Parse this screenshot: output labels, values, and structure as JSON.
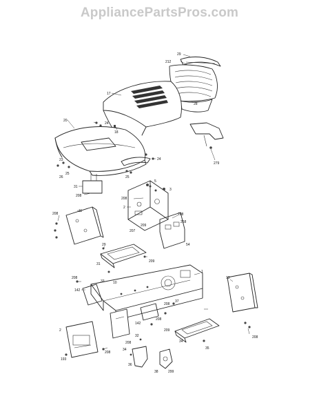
{
  "watermark": {
    "text": "AppliancePartsPros.com",
    "color": "#c9c9c9"
  },
  "labels": {
    "hood_top": "29",
    "grille": "212",
    "grille_lower": "28",
    "hood": "17",
    "hood_bolt": "18",
    "dash_top": "20",
    "dash_bolt": "24",
    "dash_side_a": "26",
    "dash_side_b": "25",
    "dash_side_c": "23",
    "dash_right": "24",
    "dash_right_b": "25",
    "bracket_right": "279",
    "screw_31": "31",
    "screw_208a": "208",
    "knob_5": "5",
    "knob_3": "3",
    "panel_208": "208",
    "panel_2": "2",
    "panel_208b": "208",
    "panel_207": "207",
    "panel_209": "209",
    "panel_54": "54",
    "panel_268": "268",
    "side_11": "11",
    "side_208": "208",
    "pan_29": "29",
    "pan_31": "31",
    "pan_33": "33",
    "pan_10": "10",
    "pan_209": "209",
    "frame_1": "1",
    "frame_208": "208",
    "frame_142": "142",
    "frame_13": "13",
    "frame_37": "37",
    "frame_142b": "142",
    "frame_208b": "208",
    "frame_209": "209",
    "frame_208c": "208",
    "frame_32": "32",
    "frame_34": "34",
    "frame_35": "35",
    "right_208": "208",
    "rear_2": "2",
    "rear_193": "193",
    "rear_208": "208",
    "bottom_34": "34",
    "bottom_36": "36",
    "bottom_299": "299",
    "bottom_38": "38",
    "bottom_208": "208"
  }
}
